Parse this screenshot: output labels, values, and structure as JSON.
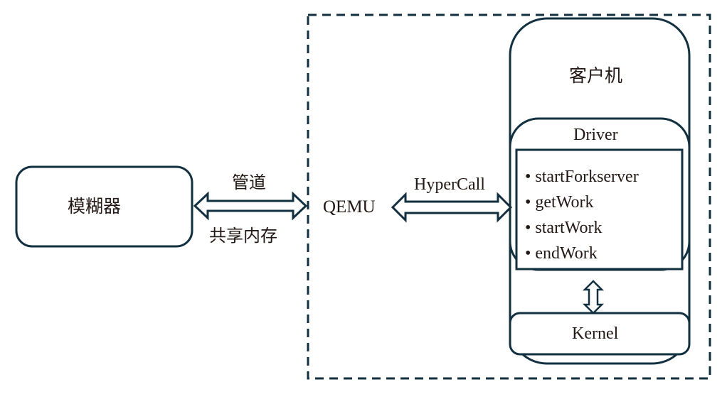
{
  "diagram": {
    "fuzzer": {
      "label": "模糊器"
    },
    "channel": {
      "top_label": "管道",
      "bottom_label": "共享内存"
    },
    "qemu": {
      "label": "QEMU"
    },
    "hypercall": {
      "label": "HyperCall"
    },
    "guest": {
      "label": "客户机"
    },
    "driver": {
      "label": "Driver",
      "functions": [
        "startForkserver",
        "getWork",
        "startWork",
        "endWork"
      ]
    },
    "kernel": {
      "label": "Kernel"
    },
    "colors": {
      "stroke": "#12303f",
      "text": "#231815",
      "background": "#ffffff"
    }
  }
}
